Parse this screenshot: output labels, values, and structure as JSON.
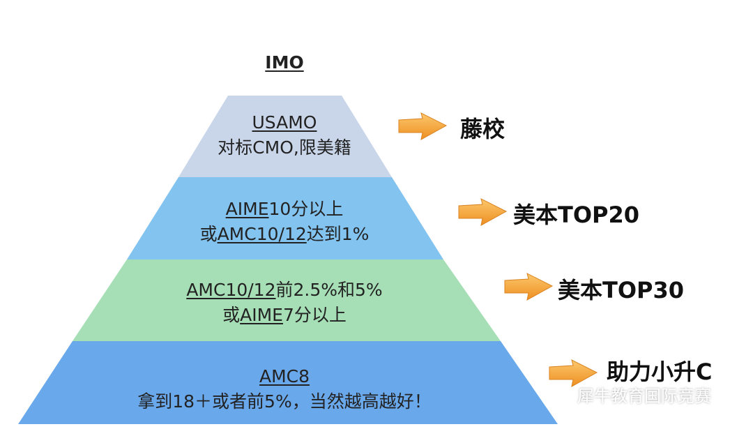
{
  "pyramid": {
    "top": {
      "title": "IMO"
    },
    "levels": [
      {
        "id": "usamo",
        "line1_u": "USAMO",
        "line1_rest": "",
        "line2_pre": "对标CMO,限美籍",
        "line2_u": "",
        "line2_rest": "",
        "color": "#c9d6ea"
      },
      {
        "id": "aime",
        "line1_u": "AIME",
        "line1_rest": "10分以上",
        "line2_pre": "或",
        "line2_u": "AMC10/12",
        "line2_rest": "达到1%",
        "color": "#82c3f0"
      },
      {
        "id": "amc1012",
        "line1_u": "AMC10/12",
        "line1_rest": "前2.5%和5%",
        "line2_pre": "或",
        "line2_u": "AIME",
        "line2_rest": "7分以上",
        "color": "#a6dfb6"
      },
      {
        "id": "amc8",
        "line1_u": "AMC8",
        "line1_rest": "",
        "line2_pre": "拿到18＋或者前5%，当然越高越好！",
        "line2_u": "",
        "line2_rest": "",
        "color": "#6aa8ec"
      }
    ]
  },
  "outcomes": [
    {
      "label": "藤校"
    },
    {
      "label": "美本TOP20"
    },
    {
      "label": "美本TOP30"
    },
    {
      "label": "助力小升C"
    }
  ],
  "colors": {
    "arrow": "#f3a23b",
    "arrow_light": "#fbd08a",
    "text": "#222222"
  },
  "watermark": {
    "text": "犀牛教育国际竞赛",
    "icon": "wechat-icon"
  }
}
